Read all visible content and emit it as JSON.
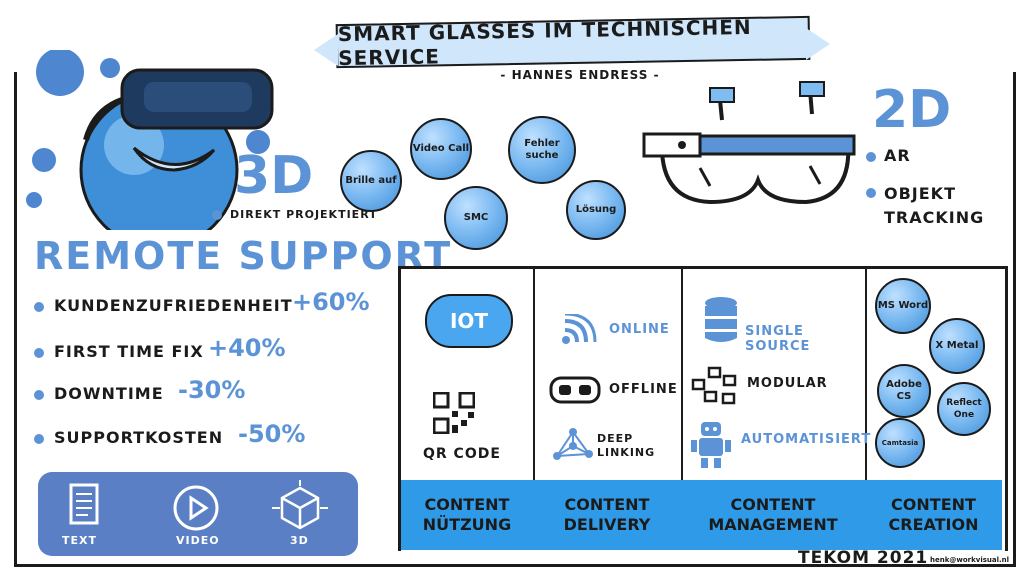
{
  "banner": {
    "title": "Smart Glasses im Technischen Service",
    "author": "- Hannes Endreß -"
  },
  "three_d": {
    "big": "3D",
    "caption": "Direkt projektiert"
  },
  "two_d": {
    "big": "2D",
    "items": [
      "AR",
      "Objekt Tracking"
    ]
  },
  "bubbles": {
    "brille": "Brille auf",
    "video": "Video Call",
    "fehler": "Fehler suche",
    "smc": "SMC",
    "loesung": "Lösung"
  },
  "remote": {
    "title": "Remote Support",
    "metrics": [
      {
        "label": "Kundenzufriedenheit",
        "value": "+60%"
      },
      {
        "label": "First time fix",
        "value": "+40%"
      },
      {
        "label": "Downtime",
        "value": "-30%"
      },
      {
        "label": "Supportkosten",
        "value": "-50%"
      }
    ],
    "formats": [
      "Text",
      "Video",
      "3D"
    ]
  },
  "columns": {
    "nutzung": {
      "iot": "IOT",
      "qr": "QR Code",
      "footer": "Content Nützung"
    },
    "delivery": {
      "online": "Online",
      "offline": "Offline",
      "deep": "Deep Linking",
      "footer": "Content Delivery"
    },
    "management": {
      "single": "Single Source",
      "modular": "Modular",
      "auto": "Automatisiert",
      "footer": "Content Management"
    },
    "creation": {
      "tools": [
        "MS Word",
        "X Metal",
        "Adobe CS",
        "Reflect One",
        "Camtasia"
      ],
      "footer": "Content Creation"
    }
  },
  "footer": {
    "event": "TEKOM 2021",
    "credit": "henk@workvisual.nl"
  },
  "colors": {
    "accent": "#5b93d6",
    "banner": "#cfe6fb",
    "column_footer": "#2f9be8",
    "panel": "#5a7fc4"
  }
}
